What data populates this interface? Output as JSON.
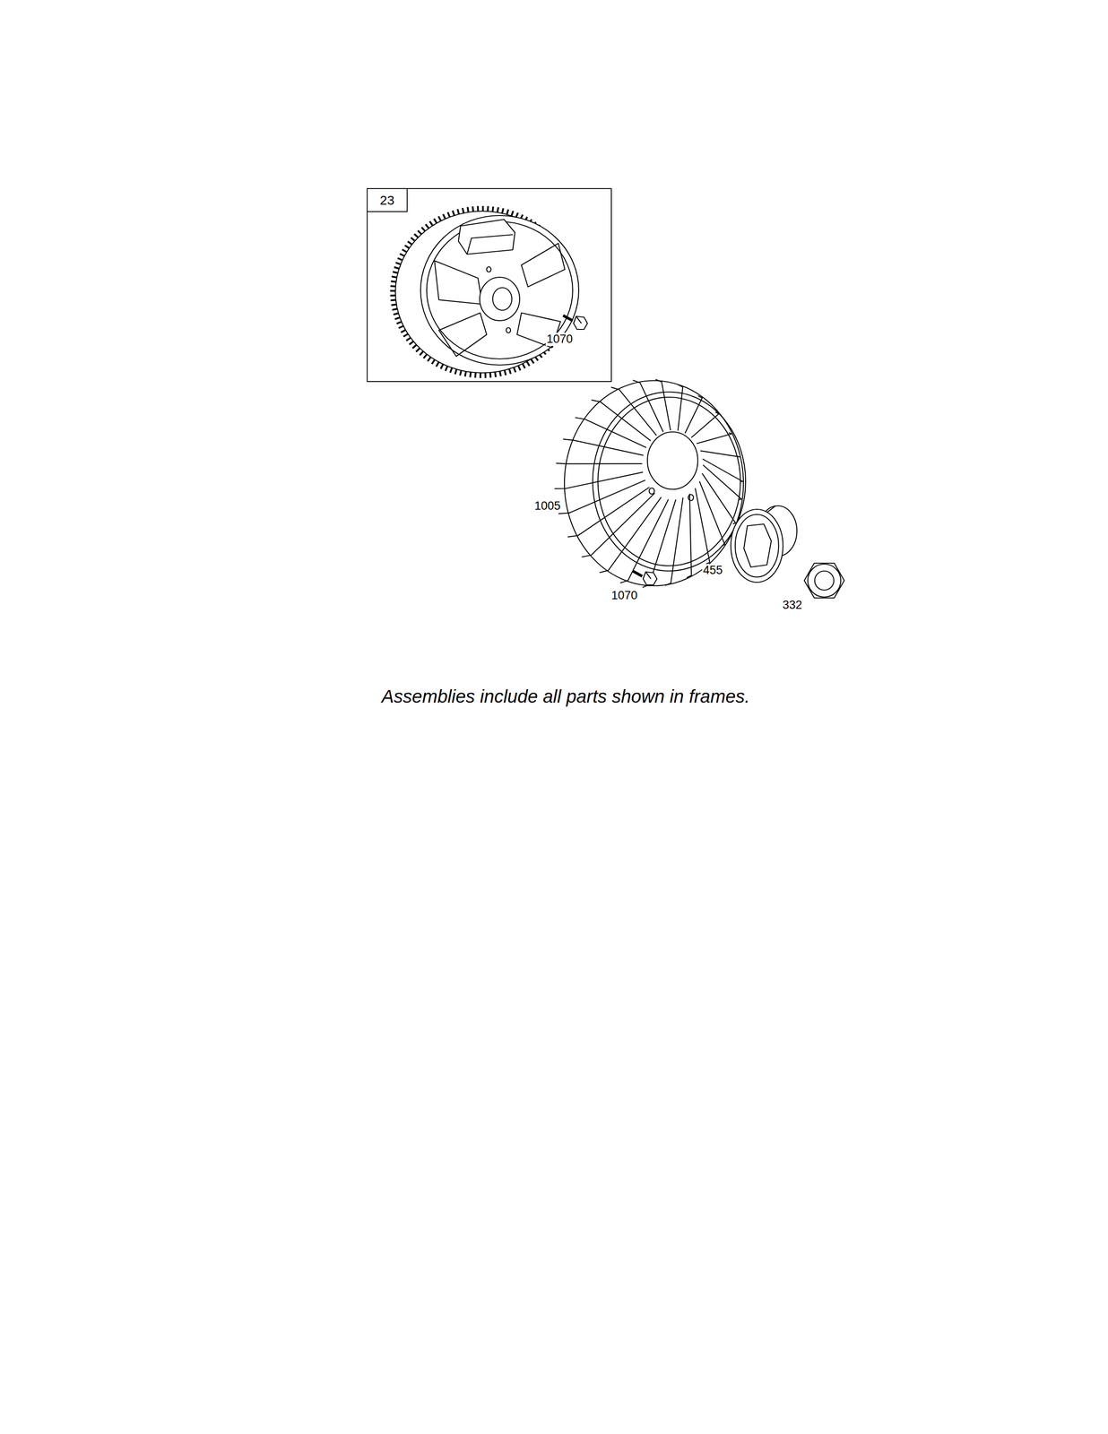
{
  "diagram": {
    "caption": "Assemblies include all parts shown in frames.",
    "nodes": [
      {
        "text": [
          "23"
        ]
      }
    ],
    "labels": [
      "1070",
      "1005",
      "455",
      "1070",
      "332"
    ]
  }
}
